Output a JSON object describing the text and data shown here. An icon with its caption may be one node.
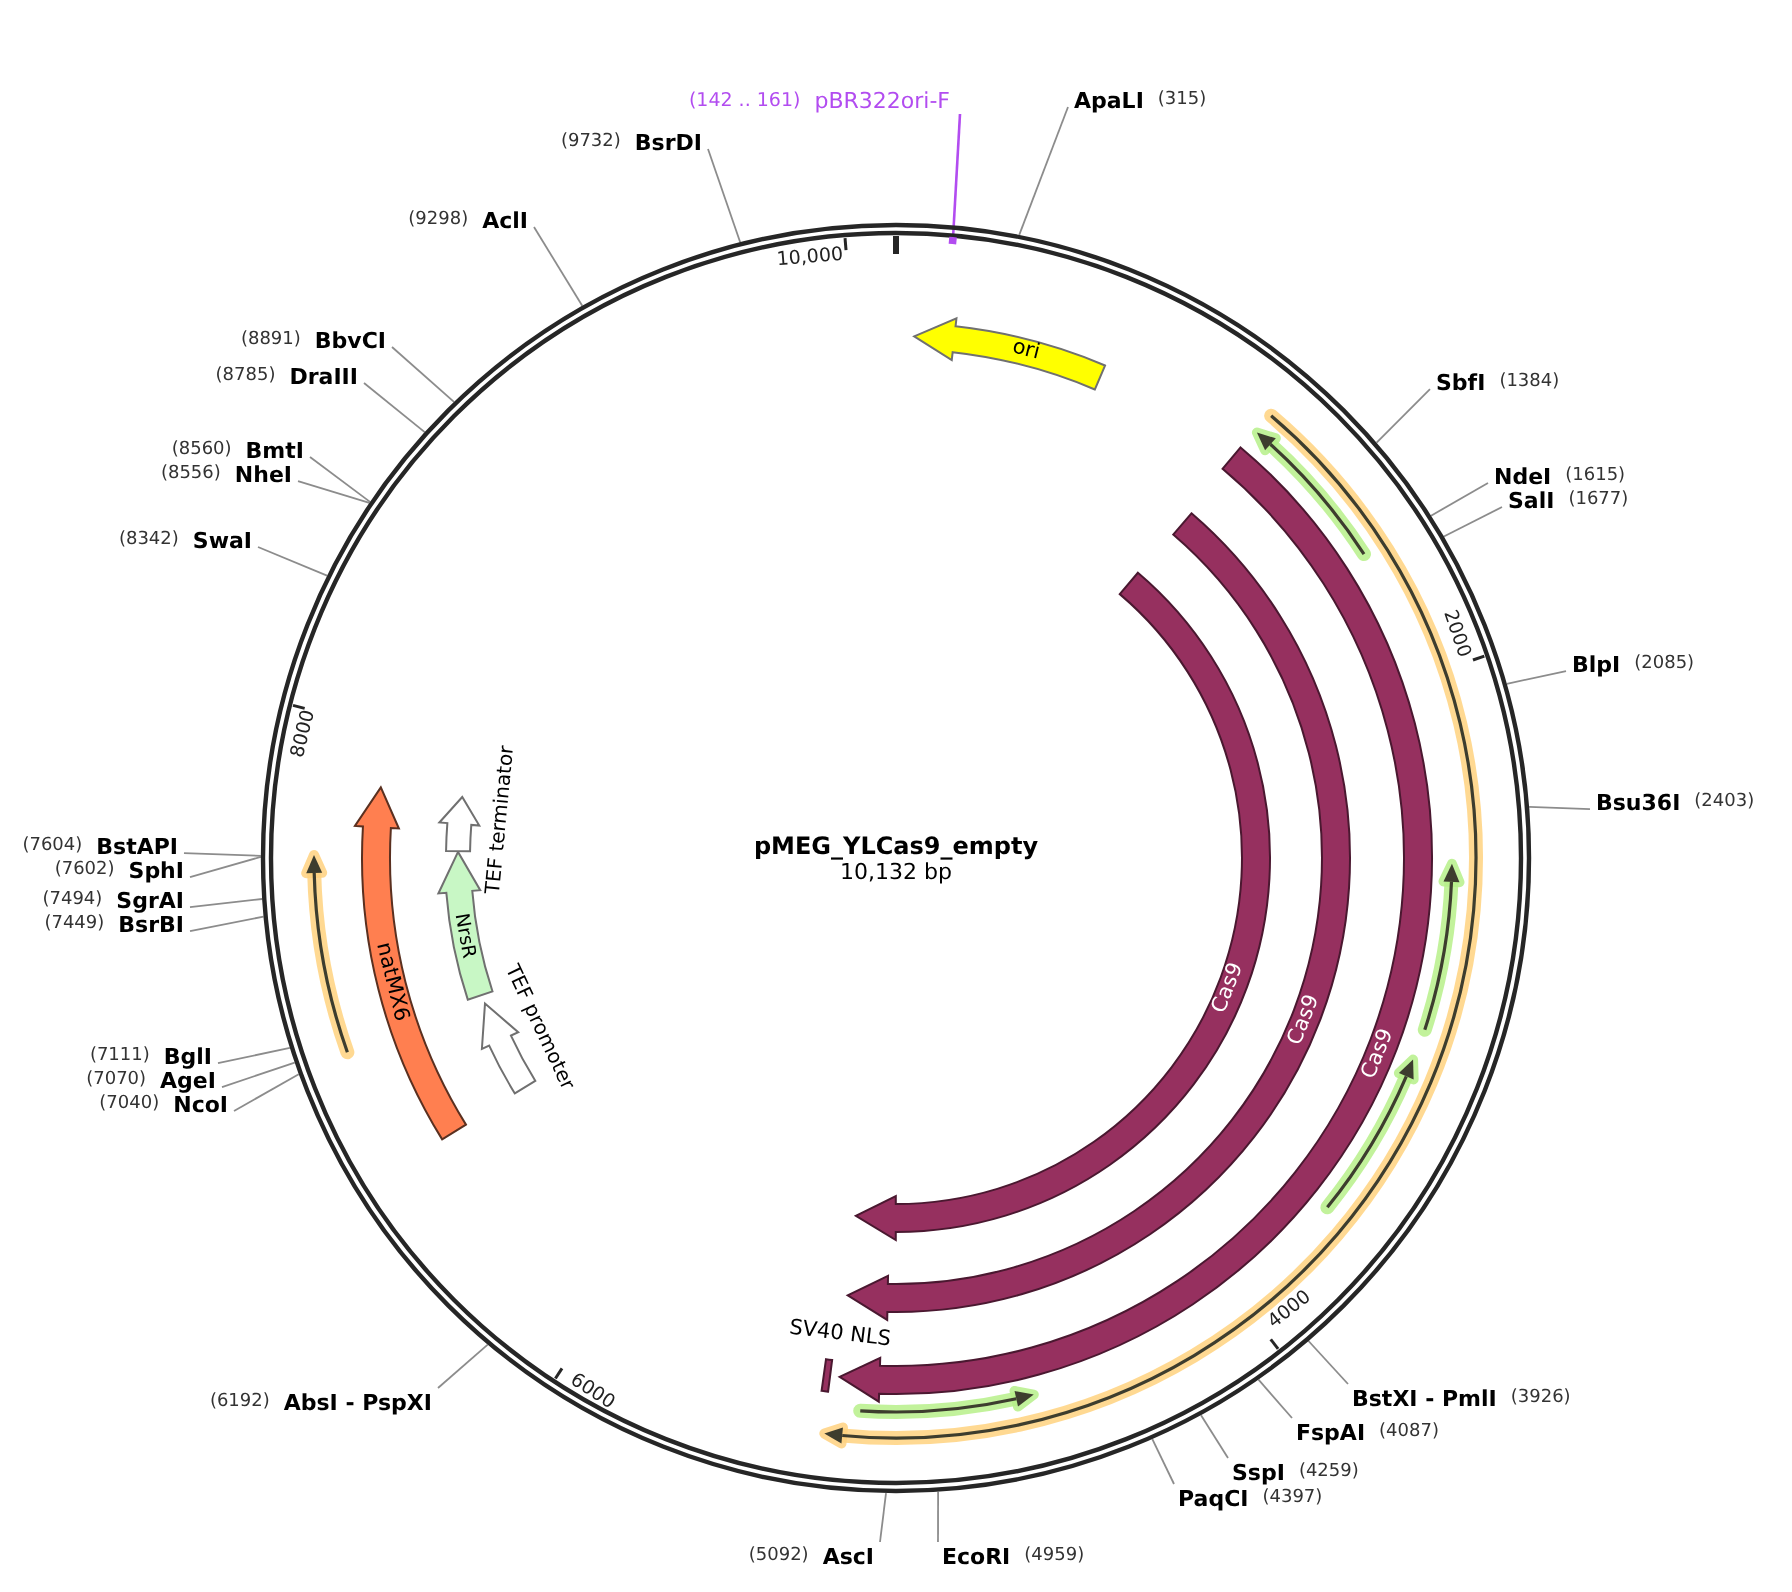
{
  "diagram": {
    "nodes": [
      {
        "text": [
          "pMEG_YLCas9_empty",
          "10,132 bp"
        ]
      },
      {
        "text": [],
        "shape": "bar",
        "in": 0
      },
      {
        "text": [
          "ori"
        ],
        "in": 0
      },
      {
        "text": [
          "Cas9"
        ],
        "in": 0
      },
      {
        "text": [
          "Cas9"
        ],
        "in": 0
      },
      {
        "text": [
          "Cas9"
        ],
        "in": 0
      },
      {
        "text": [
          "natMX6"
        ],
        "in": 0
      },
      {
        "text": [
          "NrsR"
        ],
        "in": 0
      },
      {
        "text": [
          "TEF terminator"
        ],
        "in": 0
      },
      {
        "text": [
          "TEF promoter"
        ],
        "in": 0
      },
      {
        "text": [
          "SV40 NLS"
        ],
        "in": 0
      },
      {
        "text": [
          "(142 .. 161)",
          "pBR322ori-F"
        ]
      },
      {
        "text": [
          "ApaLI",
          "(315)"
        ]
      },
      {
        "text": [
          "(9732)",
          "BsrDI"
        ]
      },
      {
        "text": [
          "(9298)",
          "AclI"
        ]
      },
      {
        "text": [
          "(8891)",
          "BbvCI"
        ]
      },
      {
        "text": [
          "(8785)",
          "DraIII"
        ]
      },
      {
        "text": [
          "SbfI",
          "(1384)"
        ]
      },
      {
        "text": [
          "(8560)",
          "BmtI"
        ]
      },
      {
        "text": [
          "(8556)",
          "NheI"
        ]
      },
      {
        "text": [
          "NdeI",
          "(1615)"
        ]
      },
      {
        "text": [
          "SalI",
          "(1677)"
        ]
      },
      {
        "text": [
          "(8342)",
          "SwaI"
        ]
      },
      {
        "text": [
          "BlpI",
          "(2085)"
        ]
      },
      {
        "text": [
          "Bsu36I",
          "(2403)"
        ]
      },
      {
        "text": [
          "(7604)",
          "BstAPI"
        ]
      },
      {
        "text": [
          "(7602)",
          "SphI"
        ]
      },
      {
        "text": [
          "(7494)",
          "SgrAI"
        ]
      },
      {
        "text": [
          "(7449)",
          "BsrBI"
        ]
      },
      {
        "text": [
          "(7111)",
          "BglI"
        ]
      },
      {
        "text": [
          "(7070)",
          "AgeI"
        ]
      },
      {
        "text": [
          "(7040)",
          "NcoI"
        ]
      },
      {
        "text": [
          "BstXI - PmlI",
          "(3926)"
        ]
      },
      {
        "text": [
          "(6192)",
          "AbsI - PspXI"
        ]
      },
      {
        "text": [
          "FspAI",
          "(4087)"
        ]
      },
      {
        "text": [
          "SspI",
          "(4259)"
        ]
      },
      {
        "text": [
          "PaqCI",
          "(4397)"
        ]
      },
      {
        "text": [
          "(5092)",
          "AscI"
        ]
      },
      {
        "text": [
          "EcoRI",
          "(4959)"
        ]
      }
    ],
    "edges": [
      {
        "from": 11,
        "to": 1,
        "arrow": "none",
        "color": "#b24cf0"
      },
      {
        "from": 12,
        "to": 0,
        "arrow": "none"
      },
      {
        "from": 13,
        "to": 0,
        "arrow": "none"
      },
      {
        "from": 14,
        "to": 0,
        "arrow": "none"
      },
      {
        "from": 15,
        "to": 0,
        "arrow": "none"
      },
      {
        "from": 16,
        "to": 0,
        "arrow": "none"
      },
      {
        "from": 17,
        "to": 0,
        "arrow": "none"
      },
      {
        "from": 18,
        "to": 0,
        "arrow": "none"
      },
      {
        "from": 19,
        "to": 0,
        "arrow": "none"
      },
      {
        "from": 20,
        "to": 0,
        "arrow": "none"
      },
      {
        "from": 21,
        "to": 0,
        "arrow": "none"
      },
      {
        "from": 22,
        "to": 0,
        "arrow": "none"
      },
      {
        "from": 23,
        "to": 0,
        "arrow": "none"
      },
      {
        "from": 24,
        "to": 0,
        "arrow": "none"
      },
      {
        "from": 25,
        "to": 0,
        "arrow": "none"
      },
      {
        "from": 26,
        "to": 0,
        "arrow": "none"
      },
      {
        "from": 27,
        "to": 0,
        "arrow": "none"
      },
      {
        "from": 28,
        "to": 0,
        "arrow": "none"
      },
      {
        "from": 29,
        "to": 0,
        "arrow": "none"
      },
      {
        "from": 30,
        "to": 0,
        "arrow": "none"
      },
      {
        "from": 31,
        "to": 0,
        "arrow": "none"
      },
      {
        "from": 32,
        "to": 0,
        "arrow": "none"
      },
      {
        "from": 33,
        "to": 0,
        "arrow": "none"
      },
      {
        "from": 34,
        "to": 0,
        "arrow": "none"
      },
      {
        "from": 35,
        "to": 0,
        "arrow": "none"
      },
      {
        "from": 36,
        "to": 0,
        "arrow": "none"
      },
      {
        "from": 37,
        "to": 0,
        "arrow": "none"
      },
      {
        "from": 38,
        "to": 0,
        "arrow": "none"
      }
    ],
    "labels": [
      "10,000",
      "2000",
      "8000",
      "4000",
      "6000"
    ]
  }
}
